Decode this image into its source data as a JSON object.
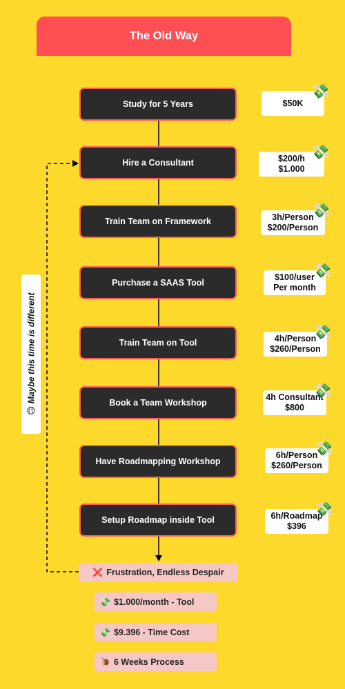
{
  "title": "The Old Way",
  "steps": [
    "Study for 5 Years",
    "Hire a Consultant",
    "Train Team on Framework",
    "Purchase a SAAS Tool",
    "Train Team on Tool",
    "Book a Team Workshop",
    "Have Roadmapping Workshop",
    "Setup Roadmap inside Tool"
  ],
  "costs": [
    "$50K",
    "$200/h\n$1.000",
    "3h/Person\n$200/Person",
    "$100/user\nPer month",
    "4h/Person\n$260/Person",
    "4h Consultant\n$800",
    "6h/Person\n$260/Person",
    "6h/Roadmap\n$396"
  ],
  "loop_label": "🙃 Maybe this time is different",
  "outcome": {
    "icon": "❌",
    "text": "Frustration, Endless Despair"
  },
  "results": [
    {
      "icon": "💸",
      "text": "$1.000/month - Tool"
    },
    {
      "icon": "💸",
      "text": "$9.396 - Time Cost"
    },
    {
      "icon": "🐌",
      "text": "6 Weeks Process"
    }
  ],
  "icons": {
    "cost_badge": "money-with-wings-emoji"
  },
  "colors": {
    "background": "#fdd92b",
    "header": "#ff4f54",
    "step_fill": "#2b2b2b",
    "step_border": "#ff5b5b",
    "outcome_fill": "#f5c8c6"
  }
}
